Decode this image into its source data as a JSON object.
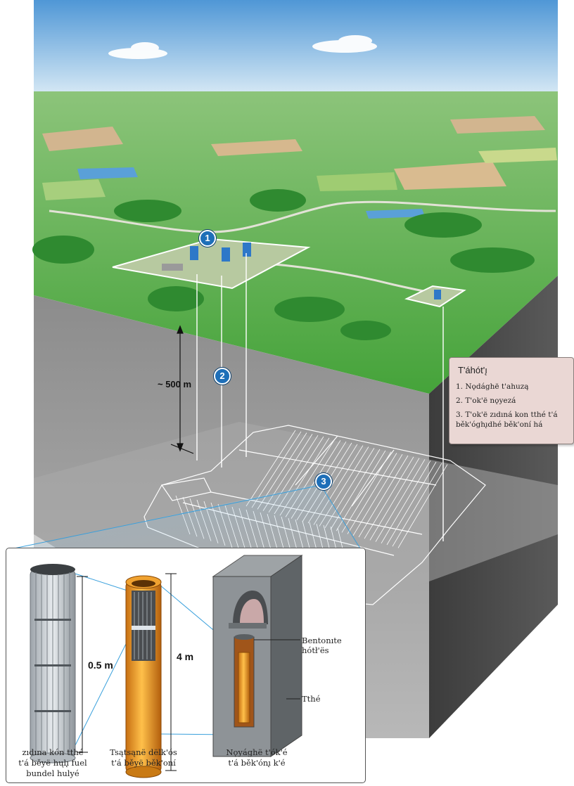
{
  "depth_label": "~ 500 m",
  "callouts": [
    "1",
    "2",
    "3"
  ],
  "legend": {
    "title": "T'áhót'ı̨",
    "items": [
      "1. Nǫdághë t'ahuzą",
      "2. T'ok'ë nǫyezá",
      "3. T'ok'ë zıdıná kon tthé t'á běk'óghı̨dhé běk'oní há"
    ]
  },
  "inset": {
    "bundle_caption": [
      "zıdına kón tthé",
      "t'á běyë hųlı̨ fuel",
      "bundel hulyé"
    ],
    "bundle_dim": "0.5 m",
    "container_caption": [
      "Tsątsąnë dëlk'ós",
      "t'á běyë běk'oní"
    ],
    "container_dim": "4 m",
    "borehole_caption": [
      "Nǫyághë t'ók'é",
      "t'á běk'ónı̨ k'é"
    ],
    "bentonite_label": [
      "Bentonıte",
      "hótł'ës"
    ],
    "rock_label": "Tthé"
  },
  "colors": {
    "sky": "#7fb6e2",
    "field": "#5fae4a",
    "rock": "#6e6e6e",
    "callout": "#1e6fb8",
    "legend_bg": "#ead7d4",
    "copper": "#e69420"
  }
}
